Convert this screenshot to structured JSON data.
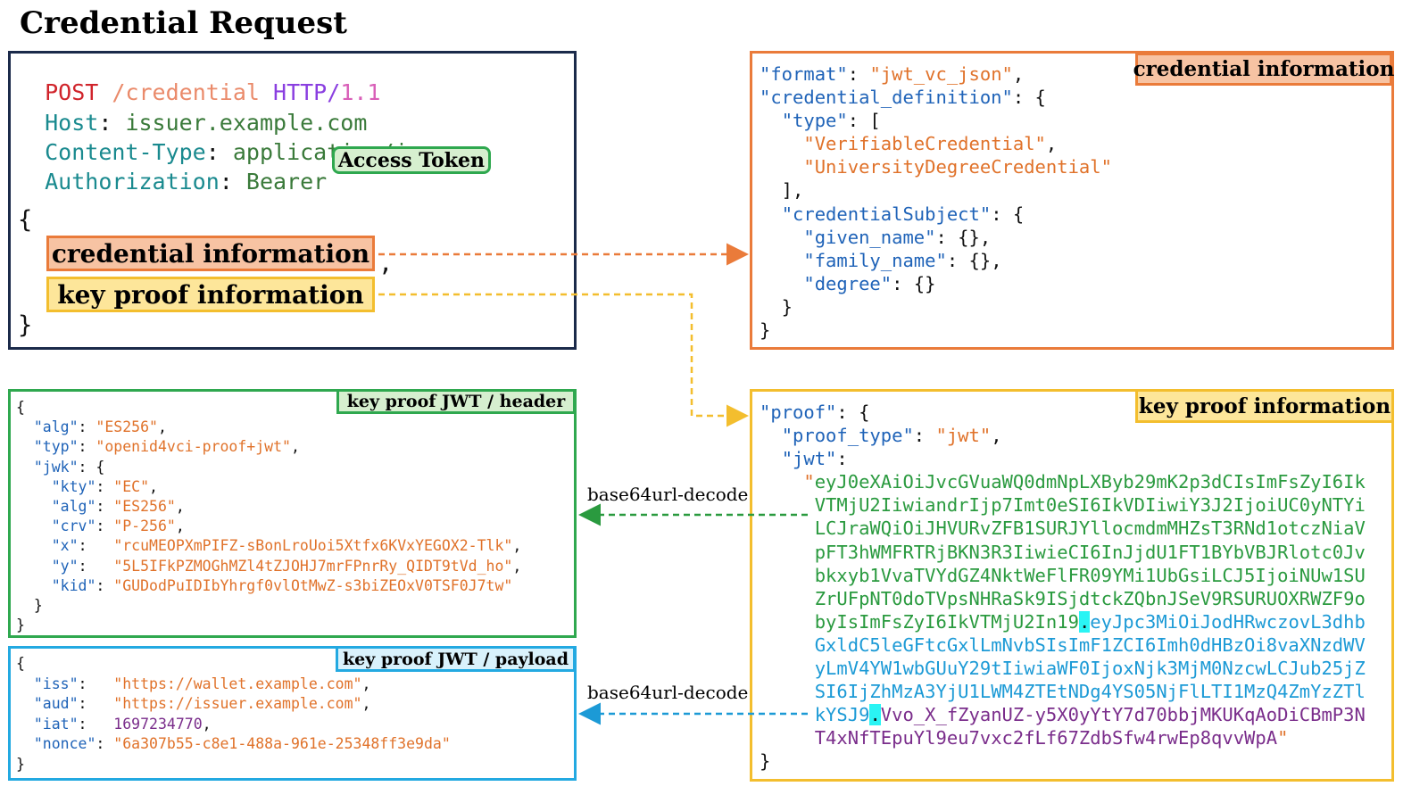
{
  "title": "Credential Request",
  "http": {
    "method": "POST",
    "path": "/credential",
    "proto_name": "HTTP",
    "proto_slash": "/",
    "proto_ver": "1.1",
    "host_key": "Host",
    "host_val": "issuer.example.com",
    "ct_key": "Content-Type",
    "ct_val": "application/json",
    "auth_key": "Authorization",
    "auth_val": "Bearer",
    "access_token": "Access Token",
    "colon": ":",
    "brace_open": "{",
    "brace_close": "}",
    "comma": ",",
    "cred_info_label": "credential information",
    "key_proof_label": "key proof information"
  },
  "cred_box": {
    "tag": "credential information",
    "lines": [
      [
        {
          "t": "\"format\"",
          "c": "k"
        },
        {
          "t": ": ",
          "c": "p"
        },
        {
          "t": "\"jwt_vc_json\"",
          "c": "s"
        },
        {
          "t": ",",
          "c": "p"
        }
      ],
      [
        {
          "t": "\"credential_definition\"",
          "c": "k"
        },
        {
          "t": ": {",
          "c": "p"
        }
      ],
      [
        {
          "t": "  ",
          "c": "p"
        },
        {
          "t": "\"type\"",
          "c": "k"
        },
        {
          "t": ": [",
          "c": "p"
        }
      ],
      [
        {
          "t": "    ",
          "c": "p"
        },
        {
          "t": "\"VerifiableCredential\"",
          "c": "s"
        },
        {
          "t": ",",
          "c": "p"
        }
      ],
      [
        {
          "t": "    ",
          "c": "p"
        },
        {
          "t": "\"UniversityDegreeCredential\"",
          "c": "s"
        }
      ],
      [
        {
          "t": "  ],",
          "c": "p"
        }
      ],
      [
        {
          "t": "  ",
          "c": "p"
        },
        {
          "t": "\"credentialSubject\"",
          "c": "k"
        },
        {
          "t": ": {",
          "c": "p"
        }
      ],
      [
        {
          "t": "    ",
          "c": "p"
        },
        {
          "t": "\"given_name\"",
          "c": "k"
        },
        {
          "t": ": {},",
          "c": "p"
        }
      ],
      [
        {
          "t": "    ",
          "c": "p"
        },
        {
          "t": "\"family_name\"",
          "c": "k"
        },
        {
          "t": ": {},",
          "c": "p"
        }
      ],
      [
        {
          "t": "    ",
          "c": "p"
        },
        {
          "t": "\"degree\"",
          "c": "k"
        },
        {
          "t": ": {}",
          "c": "p"
        }
      ],
      [
        {
          "t": "  }",
          "c": "p"
        }
      ],
      [
        {
          "t": "}",
          "c": "p"
        }
      ]
    ]
  },
  "proof_box": {
    "tag": "key proof information",
    "lines": [
      [
        {
          "t": "\"proof\"",
          "c": "k"
        },
        {
          "t": ": {",
          "c": "p"
        }
      ],
      [
        {
          "t": "  ",
          "c": "p"
        },
        {
          "t": "\"proof_type\"",
          "c": "k"
        },
        {
          "t": ": ",
          "c": "p"
        },
        {
          "t": "\"jwt\"",
          "c": "s"
        },
        {
          "t": ",",
          "c": "p"
        }
      ],
      [
        {
          "t": "  ",
          "c": "p"
        },
        {
          "t": "\"jwt\"",
          "c": "k"
        },
        {
          "t": ":",
          "c": "p"
        }
      ],
      [
        {
          "t": "    \"",
          "c": "s"
        },
        {
          "t": "eyJ0eXAiOiJvcGVuaWQ0dmNpLXByb29mK2p3dCIsImFsZyI6Ik",
          "c": "g"
        }
      ],
      [
        {
          "t": "     ",
          "c": "p"
        },
        {
          "t": "VTMjU2IiwiandrIjp7Imt0eSI6IkVDIiwiY3J2IjoiUC0yNTYi",
          "c": "g"
        }
      ],
      [
        {
          "t": "     ",
          "c": "p"
        },
        {
          "t": "LCJraWQiOiJHVURvZFB1SURJYllocmdmMHZsT3RNd1otczNiaV",
          "c": "g"
        }
      ],
      [
        {
          "t": "     ",
          "c": "p"
        },
        {
          "t": "pFT3hWMFRTRjBKN3R3IiwieCI6InJjdU1FT1BYbVBJRlotc0Jv",
          "c": "g"
        }
      ],
      [
        {
          "t": "     ",
          "c": "p"
        },
        {
          "t": "bkxyb1VvaTVYdGZ4NktWeFlFR09YMi1UbGsiLCJ5IjoiNUw1SU",
          "c": "g"
        }
      ],
      [
        {
          "t": "     ",
          "c": "p"
        },
        {
          "t": "ZrUFpNT0doTVpsNHRaSk9ISjdtckZQbnJSeV9RSURUOXRWZF9o",
          "c": "g"
        }
      ],
      [
        {
          "t": "     ",
          "c": "p"
        },
        {
          "t": "byIsImFsZyI6IkVTMjU2In19",
          "c": "g"
        },
        {
          "t": ".",
          "c": "dot"
        },
        {
          "t": "eyJpc3MiOiJodHRwczovL3dhb",
          "c": "b"
        }
      ],
      [
        {
          "t": "     ",
          "c": "p"
        },
        {
          "t": "GxldC5leGFtcGxlLmNvbSIsImF1ZCI6Imh0dHBzOi8vaXNzdWV",
          "c": "b"
        }
      ],
      [
        {
          "t": "     ",
          "c": "p"
        },
        {
          "t": "yLmV4YW1wbGUuY29tIiwiaWF0IjoxNjk3MjM0NzcwLCJub25jZ",
          "c": "b"
        }
      ],
      [
        {
          "t": "     ",
          "c": "p"
        },
        {
          "t": "SI6IjZhMzA3YjU1LWM4ZTEtNDg4YS05NjFlLTI1MzQ4ZmYzZTl",
          "c": "b"
        }
      ],
      [
        {
          "t": "     ",
          "c": "p"
        },
        {
          "t": "kYSJ9",
          "c": "b"
        },
        {
          "t": ".",
          "c": "dot"
        },
        {
          "t": "Vvo_X_fZyanUZ-y5X0yYtY7d70bbjMKUKqAoDiCBmP3N",
          "c": "v"
        }
      ],
      [
        {
          "t": "     ",
          "c": "p"
        },
        {
          "t": "T4xNfTEpuYl9eu7vxc2fLf67ZdbSfw4rwEp8qvvWpA",
          "c": "v"
        },
        {
          "t": "\"",
          "c": "s"
        }
      ],
      [
        {
          "t": "}",
          "c": "p"
        }
      ]
    ]
  },
  "header_box": {
    "tag": "key proof JWT / header",
    "lines": [
      [
        {
          "t": "{",
          "c": "p"
        }
      ],
      [
        {
          "t": "  ",
          "c": "p"
        },
        {
          "t": "\"alg\"",
          "c": "k"
        },
        {
          "t": ": ",
          "c": "p"
        },
        {
          "t": "\"ES256\"",
          "c": "s"
        },
        {
          "t": ",",
          "c": "p"
        }
      ],
      [
        {
          "t": "  ",
          "c": "p"
        },
        {
          "t": "\"typ\"",
          "c": "k"
        },
        {
          "t": ": ",
          "c": "p"
        },
        {
          "t": "\"openid4vci-proof+jwt\"",
          "c": "s"
        },
        {
          "t": ",",
          "c": "p"
        }
      ],
      [
        {
          "t": "  ",
          "c": "p"
        },
        {
          "t": "\"jwk\"",
          "c": "k"
        },
        {
          "t": ": {",
          "c": "p"
        }
      ],
      [
        {
          "t": "    ",
          "c": "p"
        },
        {
          "t": "\"kty\"",
          "c": "k"
        },
        {
          "t": ": ",
          "c": "p"
        },
        {
          "t": "\"EC\"",
          "c": "s"
        },
        {
          "t": ",",
          "c": "p"
        }
      ],
      [
        {
          "t": "    ",
          "c": "p"
        },
        {
          "t": "\"alg\"",
          "c": "k"
        },
        {
          "t": ": ",
          "c": "p"
        },
        {
          "t": "\"ES256\"",
          "c": "s"
        },
        {
          "t": ",",
          "c": "p"
        }
      ],
      [
        {
          "t": "    ",
          "c": "p"
        },
        {
          "t": "\"crv\"",
          "c": "k"
        },
        {
          "t": ": ",
          "c": "p"
        },
        {
          "t": "\"P-256\"",
          "c": "s"
        },
        {
          "t": ",",
          "c": "p"
        }
      ],
      [
        {
          "t": "    ",
          "c": "p"
        },
        {
          "t": "\"x\"",
          "c": "k"
        },
        {
          "t": ":   ",
          "c": "p"
        },
        {
          "t": "\"rcuMEOPXmPIFZ-sBonLroUoi5Xtfx6KVxYEGOX2-Tlk\"",
          "c": "s"
        },
        {
          "t": ",",
          "c": "p"
        }
      ],
      [
        {
          "t": "    ",
          "c": "p"
        },
        {
          "t": "\"y\"",
          "c": "k"
        },
        {
          "t": ":   ",
          "c": "p"
        },
        {
          "t": "\"5L5IFkPZMOGhMZl4tZJOHJ7mrFPnrRy_QIDT9tVd_ho\"",
          "c": "s"
        },
        {
          "t": ",",
          "c": "p"
        }
      ],
      [
        {
          "t": "    ",
          "c": "p"
        },
        {
          "t": "\"kid\"",
          "c": "k"
        },
        {
          "t": ": ",
          "c": "p"
        },
        {
          "t": "\"GUDodPuIDIbYhrgf0vlOtMwZ-s3biZEOxV0TSF0J7tw\"",
          "c": "s"
        }
      ],
      [
        {
          "t": "  }",
          "c": "p"
        }
      ],
      [
        {
          "t": "}",
          "c": "p"
        }
      ]
    ]
  },
  "payload_box": {
    "tag": "key proof JWT / payload",
    "lines": [
      [
        {
          "t": "{",
          "c": "p"
        }
      ],
      [
        {
          "t": "  ",
          "c": "p"
        },
        {
          "t": "\"iss\"",
          "c": "k"
        },
        {
          "t": ":   ",
          "c": "p"
        },
        {
          "t": "\"https://wallet.example.com\"",
          "c": "s"
        },
        {
          "t": ",",
          "c": "p"
        }
      ],
      [
        {
          "t": "  ",
          "c": "p"
        },
        {
          "t": "\"aud\"",
          "c": "k"
        },
        {
          "t": ":   ",
          "c": "p"
        },
        {
          "t": "\"https://issuer.example.com\"",
          "c": "s"
        },
        {
          "t": ",",
          "c": "p"
        }
      ],
      [
        {
          "t": "  ",
          "c": "p"
        },
        {
          "t": "\"iat\"",
          "c": "k"
        },
        {
          "t": ":   ",
          "c": "p"
        },
        {
          "t": "1697234770",
          "c": "n"
        },
        {
          "t": ",",
          "c": "p"
        }
      ],
      [
        {
          "t": "  ",
          "c": "p"
        },
        {
          "t": "\"nonce\"",
          "c": "k"
        },
        {
          "t": ": ",
          "c": "p"
        },
        {
          "t": "\"6a307b55-c8e1-488a-961e-25348ff3e9da\"",
          "c": "s"
        }
      ],
      [
        {
          "t": "}",
          "c": "p"
        }
      ]
    ]
  },
  "arrow_labels": {
    "decode_header": "base64url-decode",
    "decode_payload": "base64url-decode"
  },
  "colors": {
    "navy": "#1b2a4a",
    "orange": "#ea7b3a",
    "orange_fill": "#f7c3a3",
    "yellow": "#f3be2e",
    "yellow_fill": "#fde69a",
    "green": "#2fa84f",
    "green_fill": "#d6efcf",
    "cyan": "#23a9e1",
    "cyan_fill": "#d9f2fc",
    "jwt_green": "#2a9a3f",
    "jwt_blue": "#1c9ad6",
    "jwt_purple": "#7a2d8b",
    "dot_highlight": "#2af4f4"
  }
}
